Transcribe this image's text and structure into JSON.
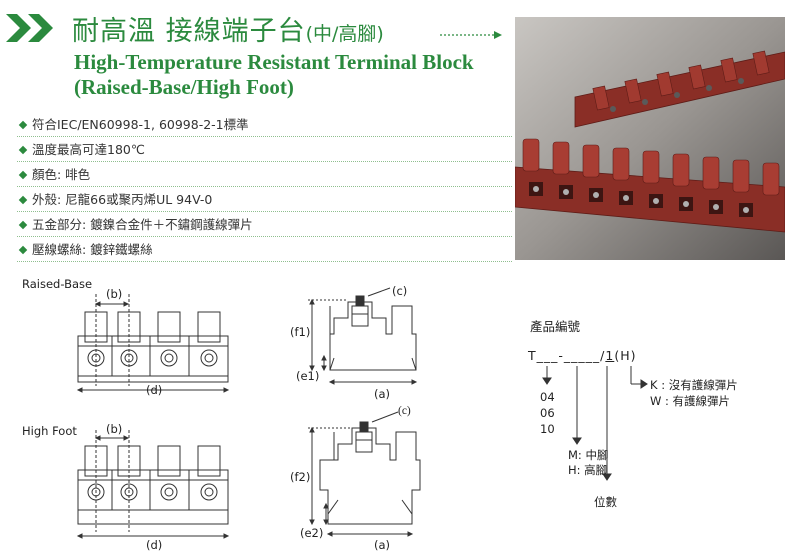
{
  "header": {
    "title_zh_main": "耐高溫  接線端子台",
    "title_zh_sub": "(中/高腳)",
    "title_en_line1": "High-Temperature Resistant Terminal Block",
    "title_en_line2": "(Raised-Base/High Foot)",
    "accent_color": "#2b8a3e"
  },
  "specs": [
    "符合IEC/EN60998-1, 60998-2-1標準",
    "溫度最高可達180℃",
    "顏色:  啡色",
    "外殼:  尼龍66或聚丙烯UL 94V-0",
    "五金部分:  鍍鎳合金件＋不鏽鋼護線彈片",
    "壓線螺絲:  鍍鋅鐵螺絲"
  ],
  "photo": {
    "subject": "terminal-block-photo",
    "product_color": "#8a2e26"
  },
  "drawings": {
    "raised_base": {
      "title": "Raised-Base",
      "front_b": "(b)",
      "front_d": "(d)",
      "side_f": "(f1)",
      "side_c": "(c)",
      "side_e": "(e1)",
      "side_a": "(a)"
    },
    "high_foot": {
      "title": "High Foot",
      "front_b": "(b)",
      "front_d": "(d)",
      "side_f": "(f2)",
      "side_c": "(c)",
      "side_e": "(e2)",
      "side_a": "(a)"
    }
  },
  "product_code": {
    "title": "產品編號",
    "pattern_prefix": "T___-_____/",
    "pattern_one": "1",
    "pattern_suffix": "(H)",
    "ways": [
      "04",
      "06",
      "10"
    ],
    "height_options": [
      "M: 中腳",
      "H: 高腳"
    ],
    "positions_label": "位數",
    "spring_options": [
      "K : 沒有護線彈片",
      "W : 有護線彈片"
    ]
  }
}
